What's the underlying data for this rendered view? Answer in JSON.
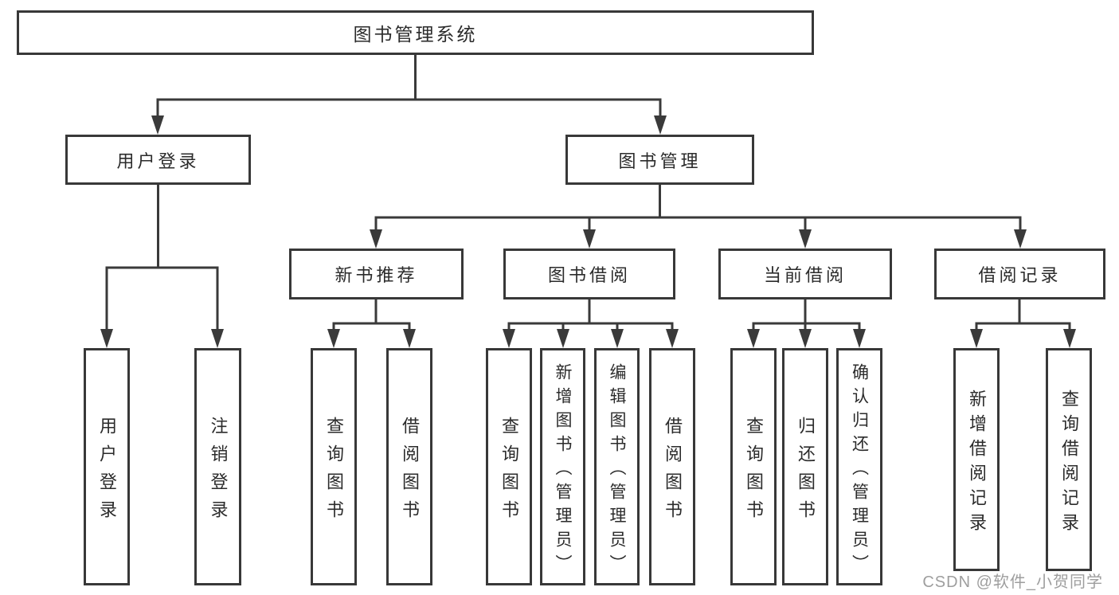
{
  "diagram": {
    "root": {
      "label": "图书管理系统"
    },
    "level2": {
      "user_login": {
        "label": "用户登录"
      },
      "book_management": {
        "label": "图书管理"
      }
    },
    "level3": {
      "new_book_recommend": {
        "label": "新书推荐"
      },
      "book_borrow": {
        "label": "图书借阅"
      },
      "current_borrow": {
        "label": "当前借阅"
      },
      "borrow_record": {
        "label": "借阅记录"
      }
    },
    "leaves": {
      "user_login": [
        "用户登录",
        "注销登录"
      ],
      "new_book_recommend": [
        "查询图书",
        "借阅图书"
      ],
      "book_borrow": [
        "查询图书",
        "新增图书（管理员）",
        "编辑图书（管理员）",
        "借阅图书"
      ],
      "current_borrow": [
        "查询图书",
        "归还图书",
        "确认归还（管理员）"
      ],
      "borrow_record": [
        "新增借阅记录",
        "查询借阅记录"
      ]
    }
  },
  "watermark": {
    "text": "CSDN @软件_小贺同学"
  },
  "colors": {
    "line": "#3a3a3a",
    "box_border": "#383838",
    "text": "#2b2b2b",
    "watermark": "#9e9e9e",
    "background": "#ffffff"
  }
}
